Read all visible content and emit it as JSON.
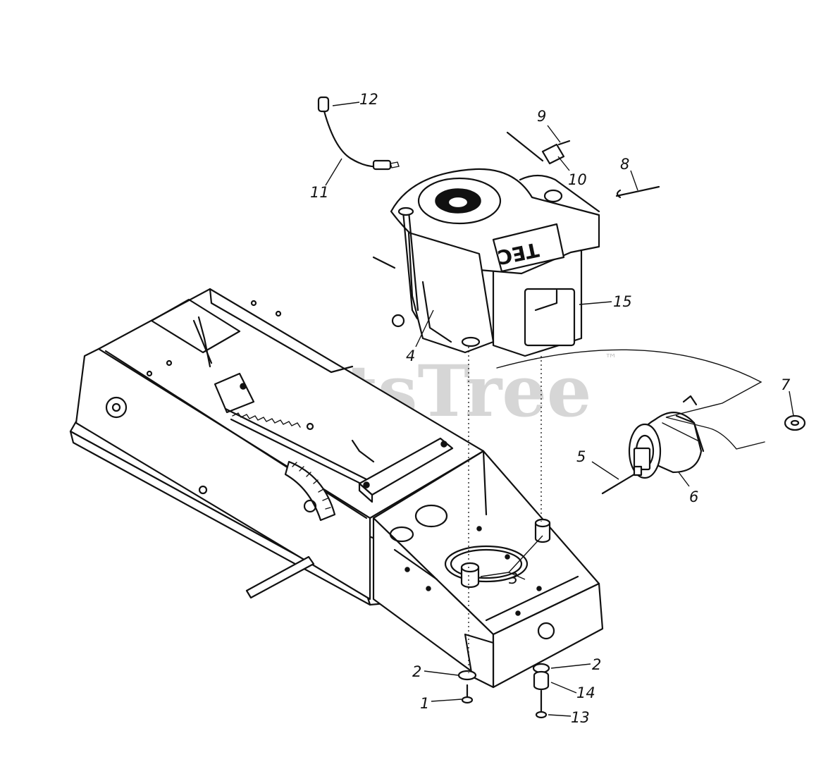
{
  "watermark": {
    "text": "PartsTree",
    "trademark": "™"
  },
  "engine_plate": "TEC",
  "callouts": [
    {
      "id": "c12",
      "label": "12"
    },
    {
      "id": "c11",
      "label": "11"
    },
    {
      "id": "c9",
      "label": "9"
    },
    {
      "id": "c10",
      "label": "10"
    },
    {
      "id": "c8",
      "label": "8"
    },
    {
      "id": "c15",
      "label": "15"
    },
    {
      "id": "c4",
      "label": "4"
    },
    {
      "id": "c7",
      "label": "7"
    },
    {
      "id": "c5",
      "label": "5"
    },
    {
      "id": "c6",
      "label": "6"
    },
    {
      "id": "c3",
      "label": "3"
    },
    {
      "id": "c2a",
      "label": "2"
    },
    {
      "id": "c2b",
      "label": "2"
    },
    {
      "id": "c14",
      "label": "14"
    },
    {
      "id": "c1",
      "label": "1"
    },
    {
      "id": "c13",
      "label": "13"
    }
  ]
}
